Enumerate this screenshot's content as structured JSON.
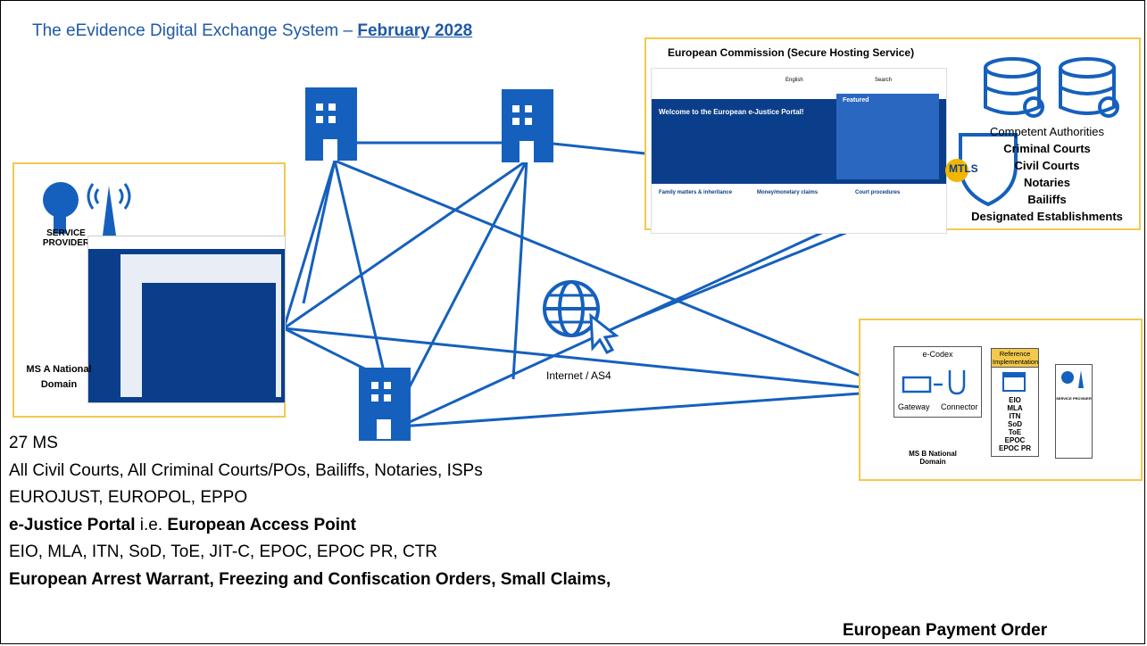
{
  "title": {
    "prefix": "The eEvidence Digital Exchange System –",
    "date": "February 2028"
  },
  "ms_a": {
    "service_provider": "SERVICE PROVIDER",
    "domain": "MS A National Domain"
  },
  "ec": {
    "title": "European Commission (Secure Hosting Service)",
    "portal_welcome": "Welcome to the European e-Justice Portal!",
    "portal_featured": "Featured",
    "portal_sections": [
      "Family matters & inheritance",
      "Money/monetary claims",
      "Court procedures"
    ],
    "portal_search": "Search",
    "portal_lang": "English",
    "mtls": "MTLS",
    "competent_authorities": "Competent Authorities",
    "authorities": [
      "Criminal Courts",
      "Civil Courts",
      "Notaries",
      "Bailiffs",
      "Designated Establishments"
    ]
  },
  "network": {
    "label": "Internet / AS4"
  },
  "ms_b": {
    "ecodex": "e-Codex",
    "gateway": "Gateway",
    "connector": "Connector",
    "reference": "Reference Implementation",
    "instruments": [
      "EIO",
      "MLA",
      "ITN",
      "SoD",
      "ToE",
      "EPOC",
      "EPOC PR"
    ],
    "service_provider": "SERVICE PROVIDER",
    "domain": "MS B National Domain"
  },
  "lines": {
    "l1": "27 MS",
    "l2": "All Civil Courts, All Criminal Courts/POs, Bailiffs, Notaries, ISPs",
    "l3": "EUROJUST, EUROPOL, EPPO",
    "l4a": "e-Justice Portal",
    "l4b": " i.e. ",
    "l4c": "European Access Point",
    "l5": "EIO, MLA, ITN, SoD, ToE, JIT-C, EPOC, EPOC PR, CTR",
    "l6": "European Arrest Warrant, Freezing and Confiscation Orders, Small Claims,",
    "l7": "European Payment Order"
  },
  "colors": {
    "blue": "#1560bd",
    "yellow": "#f2c94c",
    "navy": "#0b3e8a"
  }
}
